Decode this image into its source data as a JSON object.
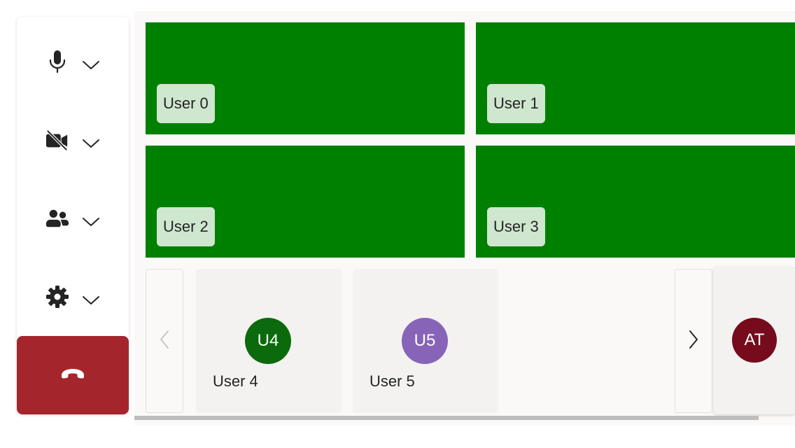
{
  "controls": {
    "microphone": {
      "icon": "microphone-icon",
      "menu_icon": "chevron-down-icon"
    },
    "camera": {
      "icon": "camera-off-icon",
      "menu_icon": "chevron-down-icon"
    },
    "people": {
      "icon": "people-icon",
      "menu_icon": "chevron-down-icon"
    },
    "settings": {
      "icon": "gear-icon",
      "menu_icon": "chevron-down-icon"
    },
    "end_call": {
      "icon": "hang-up-icon",
      "color": "#a4262c"
    }
  },
  "video_tiles": [
    {
      "label": "User 0"
    },
    {
      "label": "User 1"
    },
    {
      "label": "User 2"
    },
    {
      "label": "User 3"
    }
  ],
  "tile_color": "#008000",
  "gallery": {
    "prev_icon": "chevron-left-icon",
    "next_icon": "chevron-right-icon",
    "participants": [
      {
        "initials": "U4",
        "name": "User 4",
        "color": "#0b6a0b"
      },
      {
        "initials": "U5",
        "name": "User 5",
        "color": "#8764b8"
      }
    ]
  },
  "local_user": {
    "initials": "AT",
    "color": "#750b1c"
  }
}
